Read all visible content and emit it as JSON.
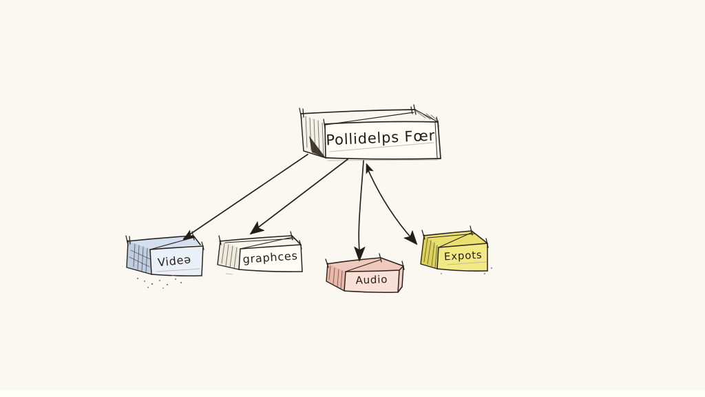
{
  "canvas": {
    "background": "#faf8f1",
    "ink": "#2a231c"
  },
  "diagram": {
    "type": "hand-drawn-flowchart",
    "root": {
      "id": "root",
      "label": "Pollidelps Fœr",
      "front": "#fdfcf7",
      "top": "#f8f6ef",
      "side": "#f4f1e8"
    },
    "children": [
      {
        "id": "video",
        "label": "Videə",
        "front": "#eaf0f7",
        "top": "#d4e0ef",
        "side": "#bfcde1"
      },
      {
        "id": "graphics",
        "label": "graphces",
        "front": "#fdfcf7",
        "top": "#f7f5ed",
        "side": "#eeeade"
      },
      {
        "id": "audio",
        "label": "Audio",
        "front": "#f8e0d6",
        "top": "#efc9bd",
        "side": "#e9b8ab",
        "right": "#f2cfc4"
      },
      {
        "id": "exports",
        "label": "Expots",
        "front": "#f2e985",
        "top": "#e9e06f",
        "side": "#dcd25b"
      }
    ],
    "edges": [
      {
        "from": "root",
        "to": "video",
        "arrow": "forward"
      },
      {
        "from": "root",
        "to": "graphics",
        "arrow": "forward"
      },
      {
        "from": "root",
        "to": "audio",
        "arrow": "forward"
      },
      {
        "from": "root",
        "to": "exports",
        "arrow": "both"
      }
    ]
  }
}
